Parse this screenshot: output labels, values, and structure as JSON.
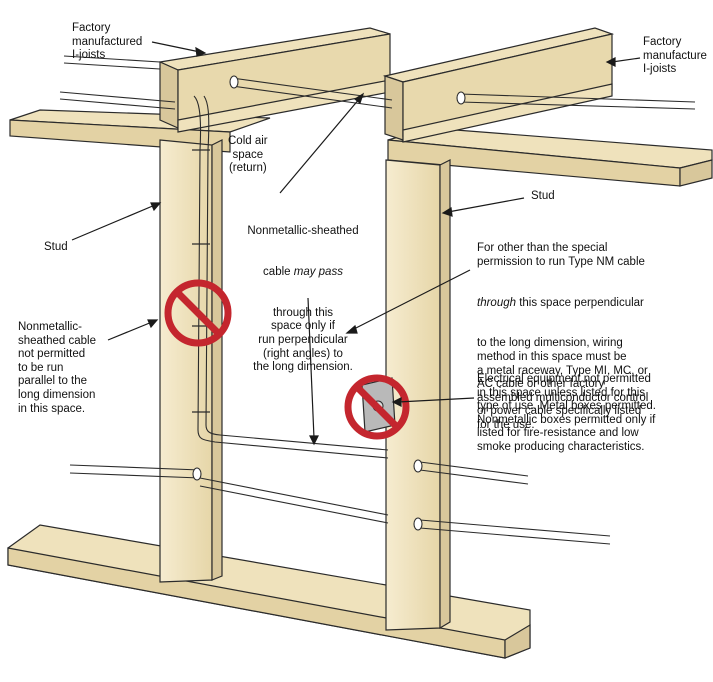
{
  "labels": {
    "ijoists_left": "Factory\nmanufactured\nI-joists",
    "ijoists_right": "Factory\nmanufacture\nI-joists",
    "cold_air": "Cold air\nspace\n(return)",
    "nm_pass_1": "Nonmetallic-sheathed",
    "nm_pass_2_a": "cable ",
    "nm_pass_2_b": "may pass",
    "nm_pass_3": "through this\nspace only if\nrun perpendicular\n(right angles) to\nthe long dimension.",
    "stud_left": "Stud",
    "stud_right": "Stud",
    "nm_parallel": "Nonmetallic-\nsheathed cable\nnot permitted\nto be run\nparallel to the\nlong dimension\nin this space.",
    "special_1": "For other than the special\npermission to run Type NM cable",
    "special_2_a": "through",
    "special_2_b": " this space perpendicular",
    "special_3": "to the long dimension, wiring\nmethod in this space must be\na metal raceway, Type MI, MC, or\nAC cable or other factory\nassembled multiconductor control\nor power cable specifically listed\nfor the use.",
    "equipment": "Electrical equipment not permitted\nin this space unless listed for this\ntype of use. Metal boxes permitted.\nNonmetallic boxes permitted only if\nlisted for fire-resistance and low\nsmoke producing characteristics."
  },
  "colors": {
    "wood": "#f2e6c4",
    "wood_dark": "#d8c79b",
    "outline": "#2b2b2b",
    "prohibit": "#c4262e",
    "box": "#a9a9a9"
  }
}
